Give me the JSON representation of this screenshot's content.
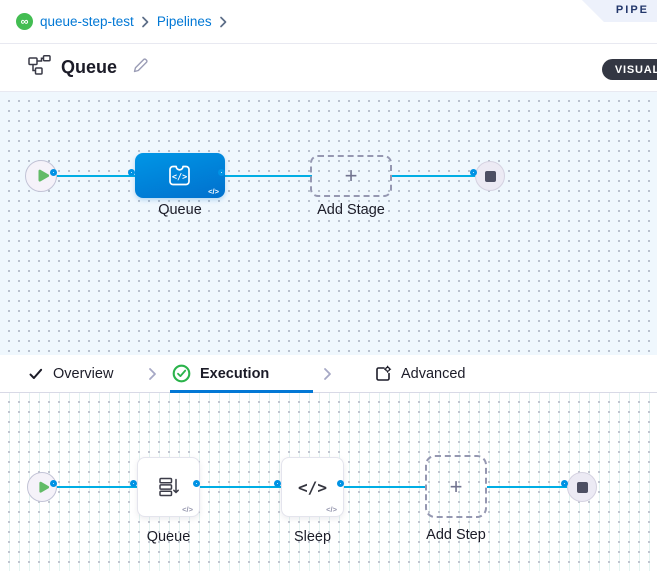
{
  "breadcrumb": {
    "project": "queue-step-test",
    "section": "Pipelines"
  },
  "studio_ribbon": {
    "label": "PIPE"
  },
  "header": {
    "title": "Queue",
    "view_toggle": "VISUAL"
  },
  "tabs": {
    "overview": "Overview",
    "execution": "Execution",
    "advanced": "Advanced"
  },
  "stage_canvas": {
    "stage_label": "Queue",
    "stage_badge": "</>",
    "add_stage": "Add Stage",
    "plus": "+"
  },
  "execution_canvas": {
    "steps": [
      {
        "label": "Queue",
        "icon": "queue-list-icon",
        "badge": "</>"
      },
      {
        "label": "Sleep",
        "icon_text": "</>",
        "badge": "</>"
      }
    ],
    "add_step": "Add Step",
    "plus": "+"
  },
  "colors": {
    "primary_blue": "#0278d5",
    "flow_line": "#00ade4",
    "connector_ring": "#0092e4",
    "stage_node_blue": "#0286dc",
    "success_green": "#2bb34b",
    "play_green": "#63bb67",
    "canvas_tint": "#eff7fd",
    "pill_dark": "#333743"
  }
}
